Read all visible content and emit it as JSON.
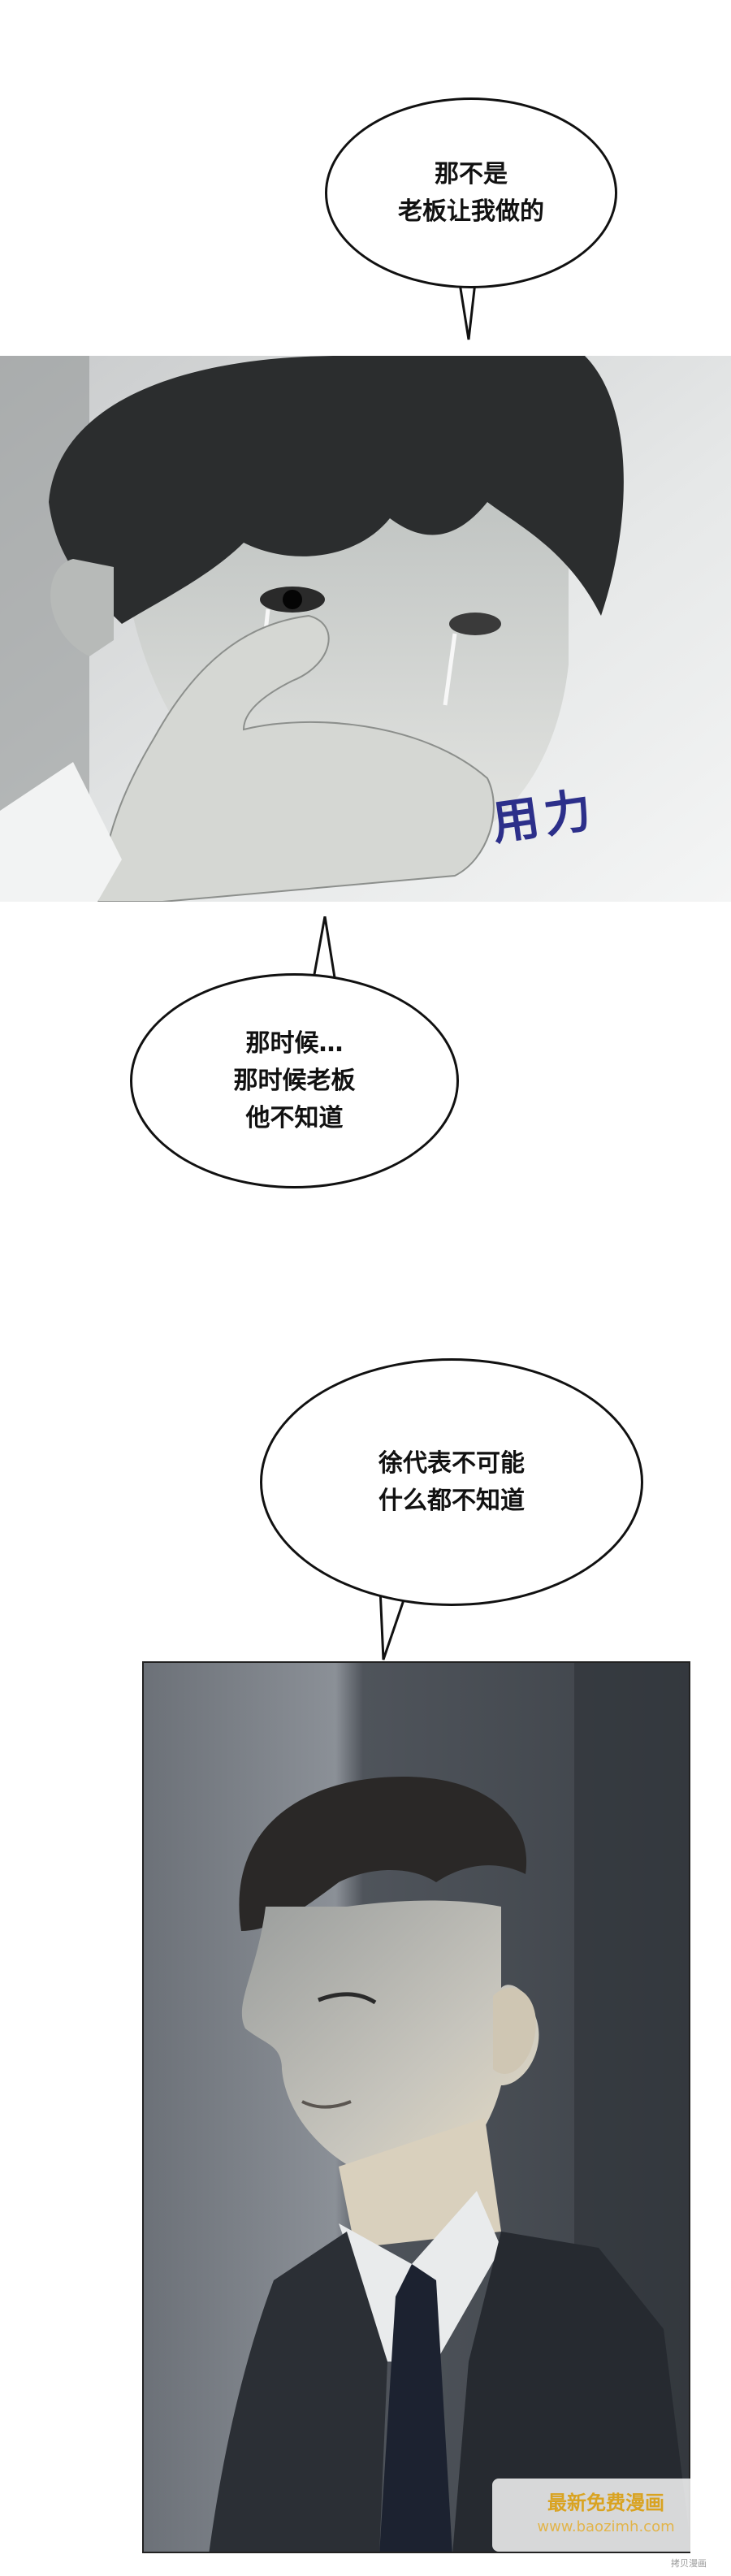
{
  "bubbles": [
    {
      "lines": [
        "那不是",
        "老板让我做的"
      ]
    },
    {
      "lines": [
        "那时候…",
        "那时候老板",
        "他不知道"
      ]
    },
    {
      "lines": [
        "徐代表不可能",
        "什么都不知道"
      ]
    }
  ],
  "sfx": {
    "text": "用力"
  },
  "watermark": {
    "label": "最新免费漫画",
    "url": "www.baozimh.com",
    "small": "拷贝漫画"
  }
}
